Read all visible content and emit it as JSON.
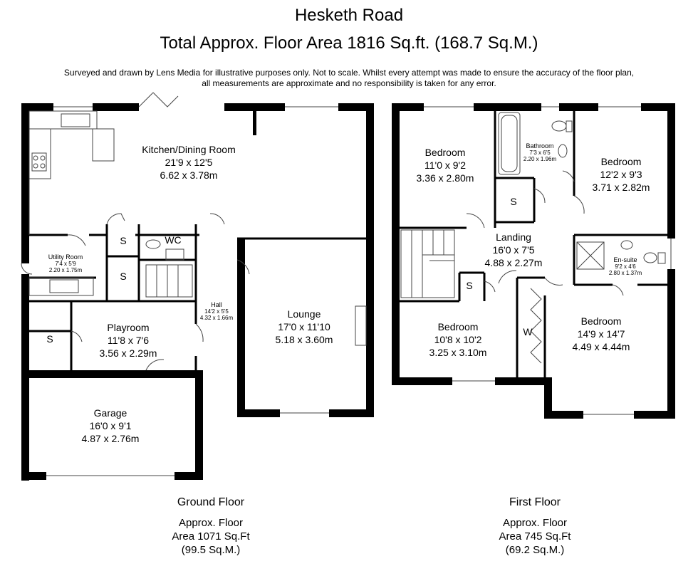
{
  "header": {
    "title": "Hesketh Road",
    "total_area": "Total Approx. Floor Area 1816 Sq.ft. (168.7 Sq.M.)",
    "disclaimer_line1": "Surveyed and drawn by Lens Media for illustrative purposes only. Not to scale. Whilst every attempt was made to ensure the accuracy of the floor plan,",
    "disclaimer_line2": "all measurements are approximate and no responsibility is taken for any error."
  },
  "ground_floor": {
    "title": "Ground Floor",
    "area_line1": "Approx. Floor",
    "area_line2": "Area 1071 Sq.Ft",
    "area_line3": "(99.5 Sq.M.)",
    "rooms": {
      "kitchen": {
        "name": "Kitchen/Dining Room",
        "imperial": "21'9 x 12'5",
        "metric": "6.62 x 3.78m"
      },
      "utility": {
        "name": "Utility Room",
        "imperial": "7'4 x 5'9",
        "metric": "2.20 x 1.75m"
      },
      "wc": {
        "name": "WC"
      },
      "store_s1": {
        "name": "S"
      },
      "store_s2": {
        "name": "S"
      },
      "store_s3": {
        "name": "S"
      },
      "hall": {
        "name": "Hall",
        "imperial": "14'2 x 5'5",
        "metric": "4.32 x 1.66m"
      },
      "playroom": {
        "name": "Playroom",
        "imperial": "11'8 x 7'6",
        "metric": "3.56 x 2.29m"
      },
      "lounge": {
        "name": "Lounge",
        "imperial": "17'0 x 11'10",
        "metric": "5.18 x 3.60m"
      },
      "garage": {
        "name": "Garage",
        "imperial": "16'0 x 9'1",
        "metric": "4.87 x 2.76m"
      }
    }
  },
  "first_floor": {
    "title": "First Floor",
    "area_line1": "Approx. Floor",
    "area_line2": "Area 745 Sq.Ft",
    "area_line3": "(69.2 Sq.M.)",
    "rooms": {
      "bedroom1": {
        "name": "Bedroom",
        "imperial": "11'0 x 9'2",
        "metric": "3.36 x 2.80m"
      },
      "bathroom": {
        "name": "Bathroom",
        "imperial": "7'3 x 6'5",
        "metric": "2.20 x 1.96m"
      },
      "bedroom2": {
        "name": "Bedroom",
        "imperial": "12'2 x 9'3",
        "metric": "3.71 x 2.82m"
      },
      "store_s1": {
        "name": "S"
      },
      "landing": {
        "name": "Landing",
        "imperial": "16'0 x 7'5",
        "metric": "4.88 x 2.27m"
      },
      "ensuite": {
        "name": "En-suite",
        "imperial": "9'2 x 4'6",
        "metric": "2.80 x 1.37m"
      },
      "store_s2": {
        "name": "S"
      },
      "bedroom3": {
        "name": "Bedroom",
        "imperial": "10'8 x 10'2",
        "metric": "3.25 x 3.10m"
      },
      "wardrobe": {
        "name": "W"
      },
      "bedroom4": {
        "name": "Bedroom",
        "imperial": "14'9 x 14'7",
        "metric": "4.49 x 4.44m"
      }
    }
  }
}
